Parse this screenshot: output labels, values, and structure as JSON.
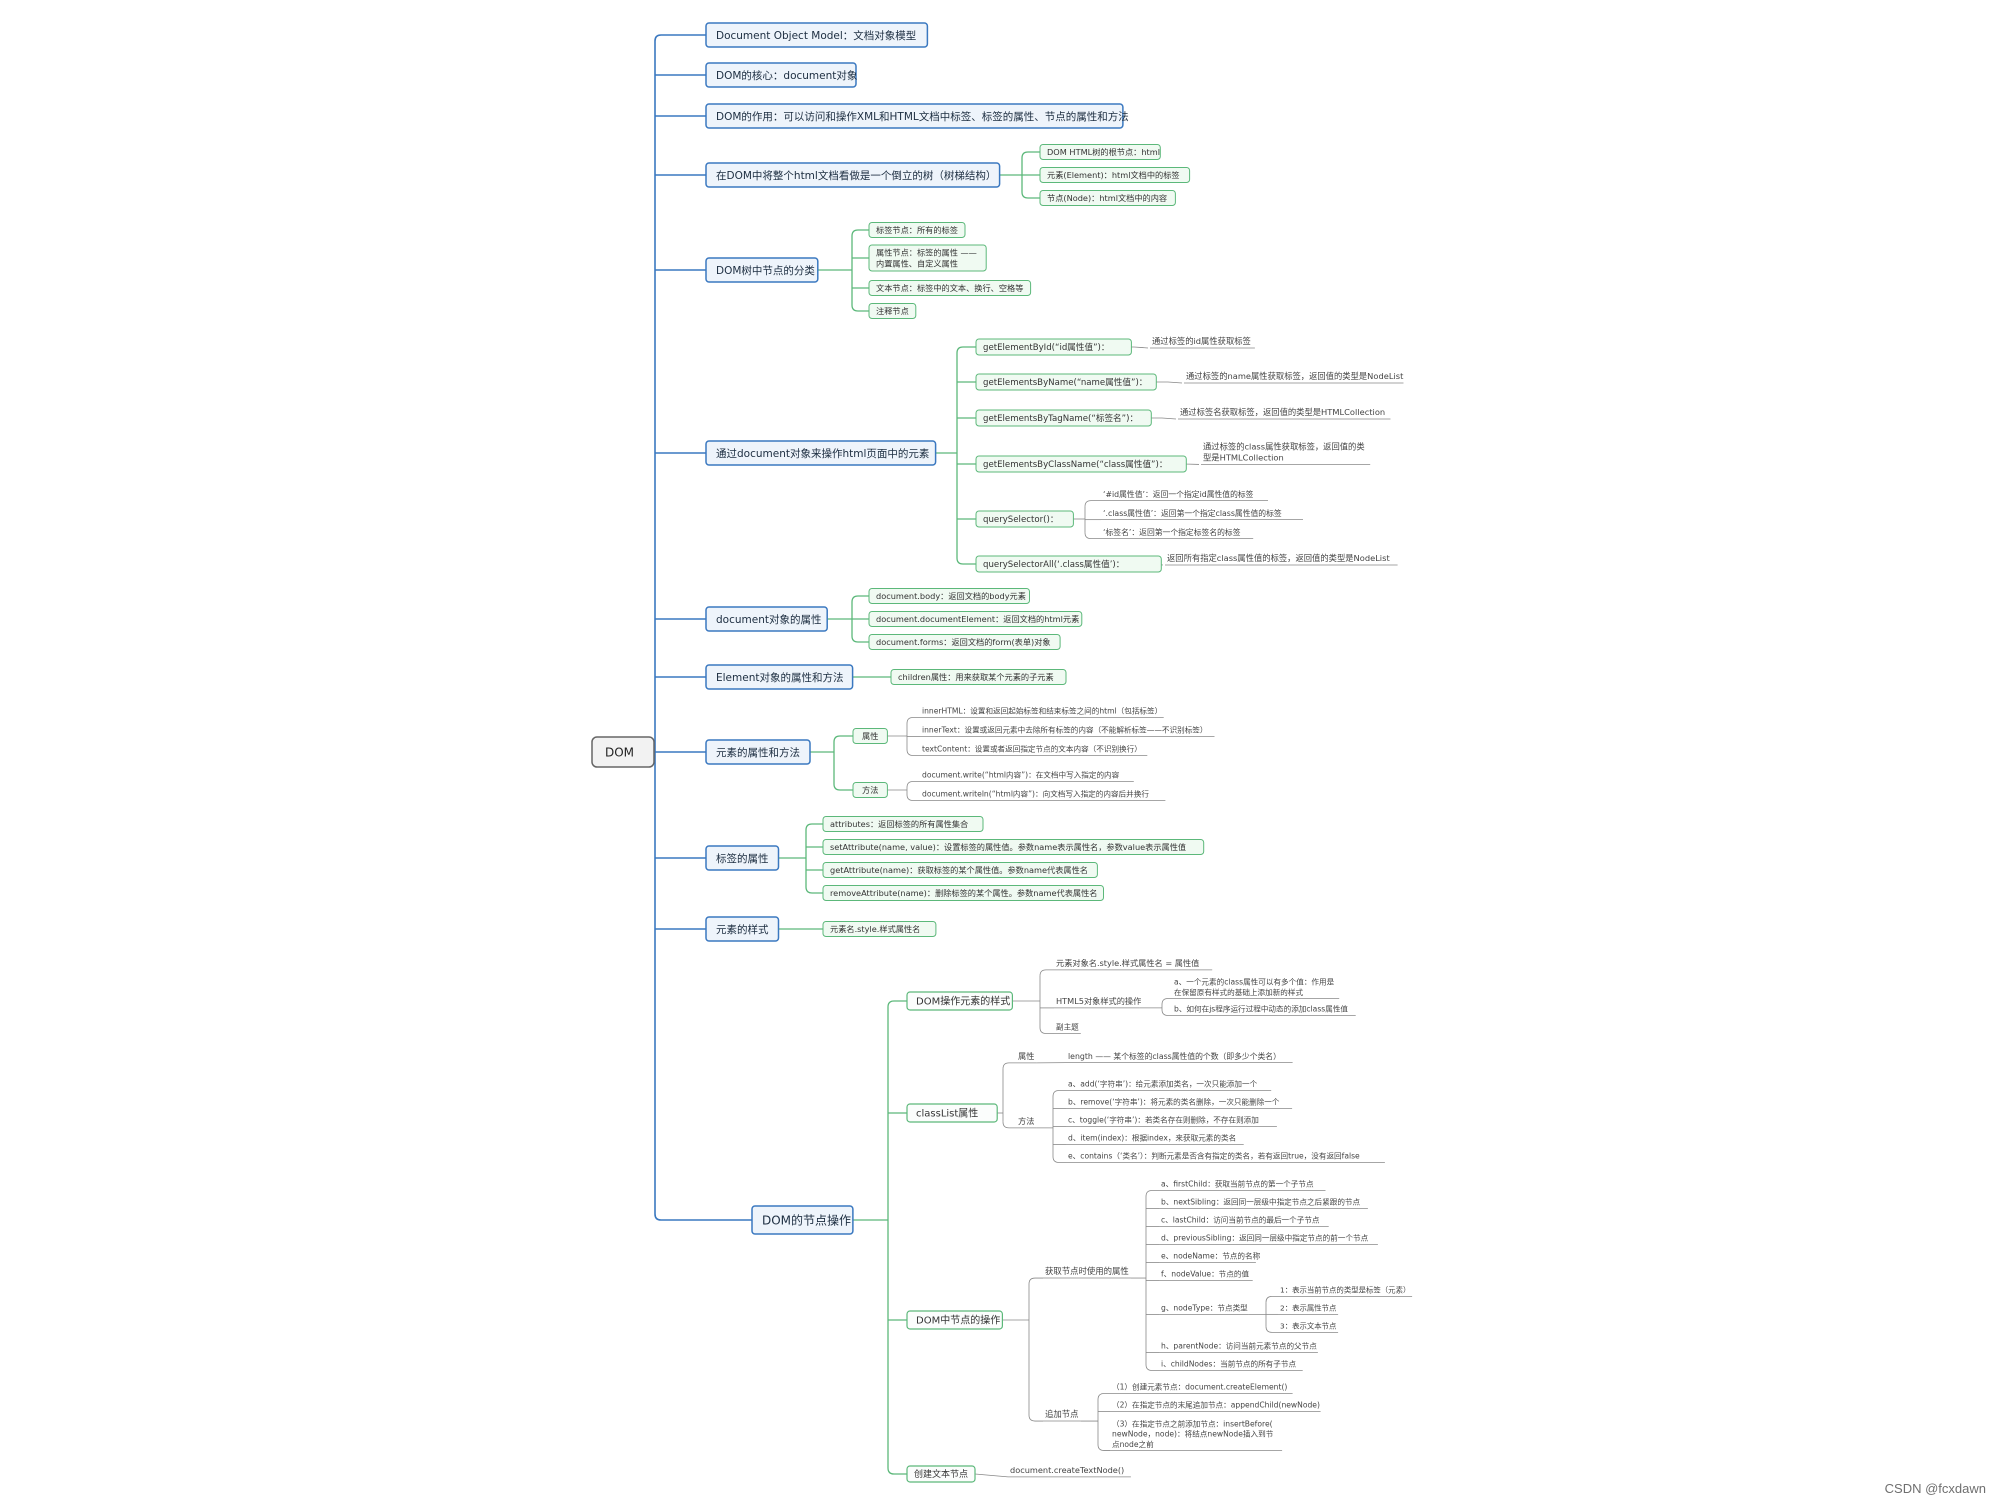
{
  "root": "DOM",
  "colors": {
    "line_blue": "#3a78c0",
    "line_green": "#5cb87a",
    "box_blue_bg": "#eef4fb",
    "box_green_bg": "#f0faf2",
    "root_bg": "#f2f2f2"
  },
  "watermark": "CSDN @fcxdawn",
  "branches": {
    "b1": {
      "label": "Document Object Model：文档对象模型"
    },
    "b2": {
      "label": "DOM的核心：document对象"
    },
    "b3": {
      "label": "DOM的作用：可以访问和操作XML和HTML文档中标签、标签的属性、节点的属性和方法"
    },
    "b4": {
      "label": "在DOM中将整个html文档看做是一个倒立的树（树梯结构）",
      "children": [
        "DOM HTML树的根节点：html",
        "元素(Element)：html文档中的标签",
        "节点(Node)：html文档中的内容"
      ]
    },
    "b5": {
      "label": "DOM树中节点的分类",
      "children": [
        "标签节点：所有的标签",
        "属性节点：标签的属性 ——\n内置属性、自定义属性",
        "文本节点：标签中的文本、换行、空格等",
        "注释节点"
      ]
    },
    "b6": {
      "label": "通过document对象来操作html页面中的元素",
      "methods": [
        {
          "label": "getElementById(“id属性值”)：",
          "desc": "通过标签的id属性获取标签"
        },
        {
          "label": "getElementsByName(“name属性值”)：",
          "desc": "通过标签的name属性获取标签，返回值的类型是NodeList"
        },
        {
          "label": "getElementsByTagName(“标签名”)：",
          "desc": "通过标签名获取标签，返回值的类型是HTMLCollection"
        },
        {
          "label": "getElementsByClassName(“class属性值”)：",
          "desc": "通过标签的class属性获取标签，返回值的类\n型是HTMLCollection"
        },
        {
          "label": "querySelector()：",
          "desc": ""
        },
        {
          "label": "querySelectorAll(‘.class属性值’)：",
          "desc": "返回所有指定class属性值的标签，返回值的类型是NodeList"
        }
      ],
      "qs": [
        "‘#id属性值’：返回一个指定id属性值的标签",
        "‘.class属性值’：返回第一个指定class属性值的标签",
        "‘标签名’：返回第一个指定标签名的标签"
      ]
    },
    "b7": {
      "label": "document对象的属性",
      "children": [
        "document.body：返回文档的body元素",
        "document.documentElement：返回文档的html元素",
        "document.forms：返回文档的form(表单)对象"
      ]
    },
    "b8": {
      "label": "Element对象的属性和方法",
      "children": [
        "children属性：用来获取某个元素的子元素"
      ]
    },
    "b9": {
      "label": "元素的属性和方法",
      "prop_label": "属性",
      "method_label": "方法",
      "props": [
        "innerHTML：设置和返回起始标签和结束标签之间的html（包括标签）",
        "innerText：设置或返回元素中去除所有标签的内容（不能解析标签——不识别标签）",
        "textContent：设置或者返回指定节点的文本内容（不识别换行）"
      ],
      "methods": [
        "document.write(“html内容”)：在文档中写入指定的内容",
        "document.writeln(“html内容”)：向文档写入指定的内容后并换行"
      ]
    },
    "b10": {
      "label": "标签的属性",
      "children": [
        "attributes：返回标签的所有属性集合",
        "setAttribute(name, value)：设置标签的属性值。参数name表示属性名，参数value表示属性值",
        "getAttribute(name)：获取标签的某个属性值。参数name代表属性名",
        "removeAttribute(name)：删除标签的某个属性。参数name代表属性名"
      ]
    },
    "b11": {
      "label": "元素的样式",
      "children": [
        "元素名.style.样式属性名"
      ]
    },
    "b12": {
      "label": "DOM的节点操作",
      "style": {
        "label": "DOM操作元素的样式",
        "line1": "元素对象名.style.样式属性名 = 属性值",
        "html5": "HTML5对象样式的操作",
        "html5_items": [
          "a、一个元素的class属性可以有多个值：作用是\n在保留原有样式的基础上添加新的样式",
          "b、如何在js程序运行过程中动态的添加class属性值"
        ],
        "sub": "副主题"
      },
      "classlist": {
        "label": "classList属性",
        "prop_label": "属性",
        "prop": "length —— 某个标签的class属性值的个数（即多少个类名）",
        "method_label": "方法",
        "methods": [
          "a、add(‘字符串’)：给元素添加类名，一次只能添加一个",
          "b、remove(‘字符串’)：将元素的类名删除，一次只能删除一个",
          "c、toggle(‘字符串’)：若类名存在则删除，不存在则添加",
          "d、item(index)：根据index，来获取元素的类名",
          "e、contains（‘类名’）：判断元素是否含有指定的类名，若有返回true，没有返回false"
        ]
      },
      "nodes": {
        "label": "DOM中节点的操作",
        "get_label": "获取节点时使用的属性",
        "get_items": [
          "a、firstChild：获取当前节点的第一个子节点",
          "b、nextSibling：返回同一层级中指定节点之后紧跟的节点",
          "c、lastChild：访问当前节点的最后一个子节点",
          "d、previousSibling：返回同一层级中指定节点的前一个节点",
          "e、nodeName：节点的名称",
          "f、nodeValue：节点的值",
          "g、nodeType：节点类型",
          "h、parentNode：访问当前元素节点的父节点",
          "i、childNodes：当前节点的所有子节点"
        ],
        "type_items": [
          "1：表示当前节点的类型是标签（元素）",
          "2：表示属性节点",
          "3：表示文本节点"
        ],
        "add_label": "追加节点",
        "add_items": [
          "（1）创建元素节点：document.createElement()",
          "（2）在指定节点的末尾追加节点：appendChild(newNode)",
          "（3）在指定节点之前添加节点：insertBefore(\nnewNode，node)：将结点newNode插入到节\n点node之前"
        ]
      },
      "text": {
        "label": "创建文本节点",
        "value": "document.createTextNode()"
      }
    }
  }
}
